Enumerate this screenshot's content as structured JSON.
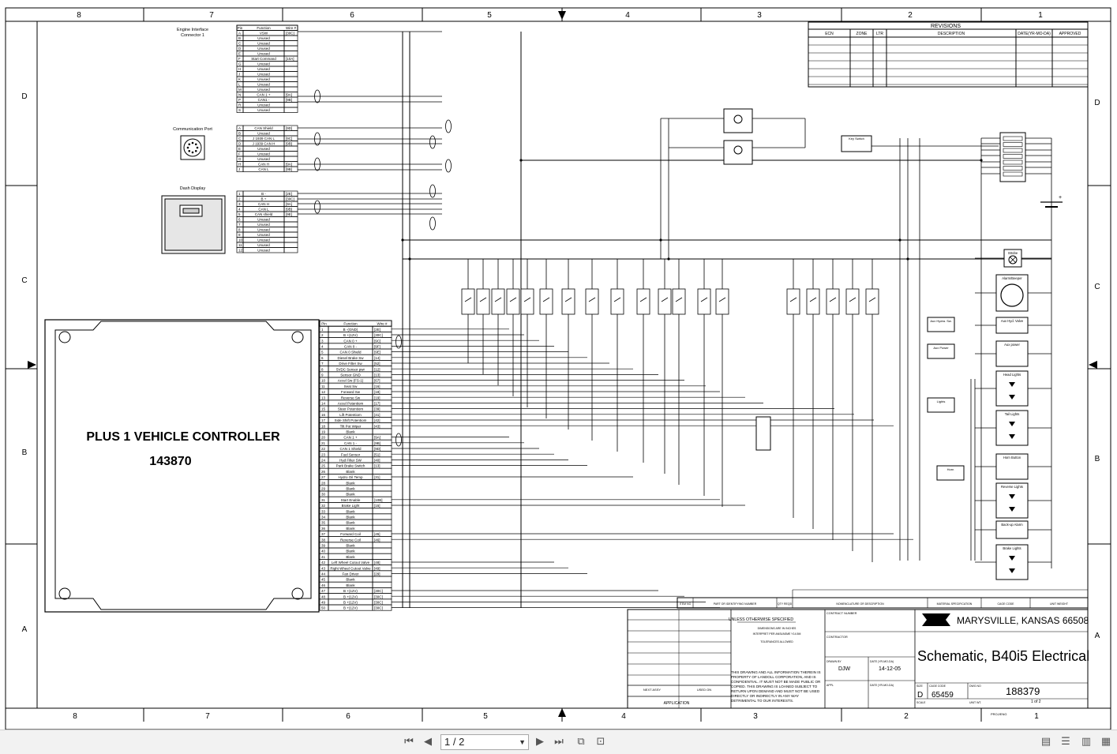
{
  "zones_top": [
    "8",
    "7",
    "6",
    "5",
    "4",
    "3",
    "2",
    "1"
  ],
  "zones_bottom": [
    "8",
    "7",
    "6",
    "5",
    "4",
    "3",
    "2",
    "1"
  ],
  "rows_left": [
    "D",
    "C",
    "B",
    "A"
  ],
  "rows_right": [
    "D",
    "C",
    "B",
    "A"
  ],
  "revisions": {
    "title": "REVISIONS",
    "headers": [
      "ECN",
      "ZONE",
      "LTR",
      "DESCRIPTION",
      "DATE(YR-MO-DA)",
      "APPROVED"
    ]
  },
  "engine_connector": {
    "title": "Engine Interface Connector 1",
    "headers": [
      "Pin",
      "Function",
      "Wire #"
    ],
    "rows": [
      [
        "A",
        "VSW",
        "[30C]"
      ],
      [
        "B",
        "Unused",
        ""
      ],
      [
        "C",
        "Unused",
        ""
      ],
      [
        "D",
        "Unused",
        ""
      ],
      [
        "E",
        "Unused",
        ""
      ],
      [
        "F",
        "Start Command",
        "[10A]"
      ],
      [
        "G",
        "Unused",
        ""
      ],
      [
        "H",
        "Unused",
        ""
      ],
      [
        "J",
        "Unused",
        ""
      ],
      [
        "K",
        "Unused",
        ""
      ],
      [
        "L",
        "Unused",
        ""
      ],
      [
        "M",
        "Unused",
        ""
      ],
      [
        "N",
        "CAN 1 +",
        "[9A]"
      ],
      [
        "P",
        "CAN1 -",
        "[9B]"
      ],
      [
        "R",
        "Unused",
        ""
      ],
      [
        "S",
        "Unused",
        ""
      ]
    ]
  },
  "comm_port": {
    "title": "Communication Port",
    "rows": [
      [
        "A",
        "CAN Shield",
        "[9D]"
      ],
      [
        "B",
        "Unused",
        ""
      ],
      [
        "C",
        "J 1939 CAN L",
        "[9C]"
      ],
      [
        "D",
        "J 1939 CAN H",
        "[9B]"
      ],
      [
        "E",
        "Unused",
        ""
      ],
      [
        "F",
        "Unused",
        ""
      ],
      [
        "G",
        "Unused",
        ""
      ],
      [
        "H",
        "CAN H",
        "[9A]"
      ],
      [
        "J",
        "CAN L",
        "[9B]"
      ]
    ]
  },
  "dash_display": {
    "title": "Dash Display",
    "rows": [
      [
        "1",
        "B -",
        "[2E]"
      ],
      [
        "2",
        "B +",
        "[30C]"
      ],
      [
        "3",
        "CAN H",
        "[9A]"
      ],
      [
        "4",
        "CAN L",
        "[9B]"
      ],
      [
        "5",
        "CAN shield",
        "[9E]"
      ],
      [
        "6",
        "Unused",
        ""
      ],
      [
        "7",
        "Unused",
        ""
      ],
      [
        "8",
        "Unused",
        ""
      ],
      [
        "9",
        "Unused",
        ""
      ],
      [
        "10",
        "Unused",
        ""
      ],
      [
        "11",
        "Unused",
        ""
      ],
      [
        "12",
        "Unused",
        ""
      ]
    ]
  },
  "controller": {
    "name": "PLUS 1 VEHICLE CONTROLLER",
    "part": "143870",
    "headers": [
      "Pin",
      "Function",
      "Wire #"
    ],
    "pins": [
      [
        "1",
        "B -(GND)",
        "[2E]"
      ],
      [
        "2",
        "B +(12V)",
        "[30C]"
      ],
      [
        "3",
        "CAN 0 +",
        "[9C]"
      ],
      [
        "4",
        "CAN 0 -",
        "[9F]"
      ],
      [
        "5",
        "CAN 0 Shield",
        "[9E]"
      ],
      [
        "6",
        "Diesel Brake Sw",
        "[14]"
      ],
      [
        "7",
        "Drive Filter Sw",
        "[52]"
      ],
      [
        "8",
        "5VDC Sensor pwr",
        "[12]"
      ],
      [
        "9",
        "Sensor GND",
        "[13]"
      ],
      [
        "10",
        "Accel Sw (FS-1)",
        "[67]"
      ],
      [
        "11",
        "Seat Sw",
        "[16]"
      ],
      [
        "12",
        "Forward Sw",
        "[18]"
      ],
      [
        "13",
        "Reverse Sw",
        "[19]"
      ],
      [
        "14",
        "Accel Potentiom",
        "[17]"
      ],
      [
        "15",
        "Steer Potentiom",
        "[39]"
      ],
      [
        "16",
        "Lift Potentiom",
        "[41]"
      ],
      [
        "17",
        "Side Shift Potentiom",
        "[42]"
      ],
      [
        "18",
        "Tilt Pot Wiper",
        "[43]"
      ],
      [
        "19",
        "Blank",
        ""
      ],
      [
        "20",
        "CAN 1 +",
        "[9A]"
      ],
      [
        "21",
        "CAN 1 -",
        "[9B]"
      ],
      [
        "22",
        "CAN 1 Shield",
        "[9D]"
      ],
      [
        "23",
        "Fuel Sensor",
        "[51]"
      ],
      [
        "24",
        "Hyd Filter SW",
        "[40]"
      ],
      [
        "25",
        "Park Brake Switch",
        "[13]"
      ],
      [
        "26",
        "Blank",
        ""
      ],
      [
        "27",
        "Hydro Oil Temp",
        "[31]"
      ],
      [
        "28",
        "Blank",
        ""
      ],
      [
        "29",
        "Blank",
        ""
      ],
      [
        "30",
        "Blank",
        ""
      ],
      [
        "31",
        "Start Enable",
        "[10B]"
      ],
      [
        "32",
        "Brake Light",
        "[15]"
      ],
      [
        "33",
        "Blank",
        ""
      ],
      [
        "34",
        "Blank",
        ""
      ],
      [
        "35",
        "Blank",
        ""
      ],
      [
        "36",
        "Blank",
        ""
      ],
      [
        "37",
        "Forward Coil",
        "[45]"
      ],
      [
        "38",
        "Reverse Coil",
        "[46]"
      ],
      [
        "39",
        "Blank",
        ""
      ],
      [
        "40",
        "Blank",
        ""
      ],
      [
        "41",
        "Blank",
        ""
      ],
      [
        "42",
        "Left Wheel Cutout Valve",
        "[48]"
      ],
      [
        "43",
        "Right Wheel Cutout Valve",
        "[49]"
      ],
      [
        "44",
        "Fan Driver",
        "[29]"
      ],
      [
        "45",
        "Blank",
        ""
      ],
      [
        "46",
        "Blank",
        ""
      ],
      [
        "47",
        "B +(12V)",
        "[30C]"
      ],
      [
        "48",
        "B +(12V)",
        "[30C]"
      ],
      [
        "49",
        "B +(12V)",
        "[30C]"
      ],
      [
        "50",
        "B +(12V)",
        "[30C]"
      ]
    ]
  },
  "right_devices": [
    "Strobe",
    "Alarm/Beeper",
    "Aux Hyd. Valve",
    "Aux power",
    "Head Lights",
    "Tail Lights",
    "Horn Button",
    "Reverse Lights",
    "Back-up Alarm",
    "Brake Lights"
  ],
  "switches": [
    "Aux Hydra. Sw.",
    "Aux Power",
    "Lights",
    "Horn",
    "Key Switch"
  ],
  "title_block": {
    "unless": "UNLESS OTHERWISE SPECIFIED",
    "dims": "DIMENSIONS ARE IN INCHES",
    "interpret": "INTERPRET PER ANSI/ASME Y14.5M",
    "tolerances": "TOLERANCES ALLOWED",
    "confidential": "THIS DRAWING AND ALL INFORMATION THEREIN IS PROPERTY OF LANDOLL CORPORATION, AND IS CONFIDENTIAL. IT MUST NOT BE MADE PUBLIC OR COPIED. THIS DRAWING IS LOANED SUBJECT TO RETURN UPON DEMAND AND MUST NOT BE USED DIRECTLY OR INDIRECTLY IN ANY WAY DETRIMENTAL TO OUR INTERESTS.",
    "contract_number": "CONTRACT NUMBER",
    "contractor": "CONTRACTOR",
    "drawn_by_label": "DRAWN BY",
    "drawn_by": "DJW",
    "date_label": "DATE (YR-MO-DA)",
    "date": "14-12-05",
    "company": "MARYSVILLE, KANSAS 66508",
    "title": "Schematic, B40i5 Electrical",
    "size_label": "SIZE",
    "size": "D",
    "cage_label": "CAGE CODE",
    "cage": "65459",
    "dwg_label": "DWG NO",
    "dwg": "188379",
    "sheet": "1 of 2",
    "application": "APPLICATION",
    "next_assy": "NEXT ASSY",
    "used_on": "USED ON",
    "scale": "SCALE",
    "unit_wt": "UNIT WT.",
    "nomenclature": "NOMENCLATURE OR DESCRIPTION",
    "parts_cols": [
      "ITEM NO",
      "PART OR IDENTIFYING NUMBER",
      "QTY REQD",
      "NOMENCLATURE OR DESCRIPTION",
      "MATERIAL SPECIFICATION",
      "CAGE CODE",
      "UNIT WEIGHT"
    ],
    "proj": "PROJ/ENG"
  },
  "viewer": {
    "page_field": "1 / 2"
  }
}
